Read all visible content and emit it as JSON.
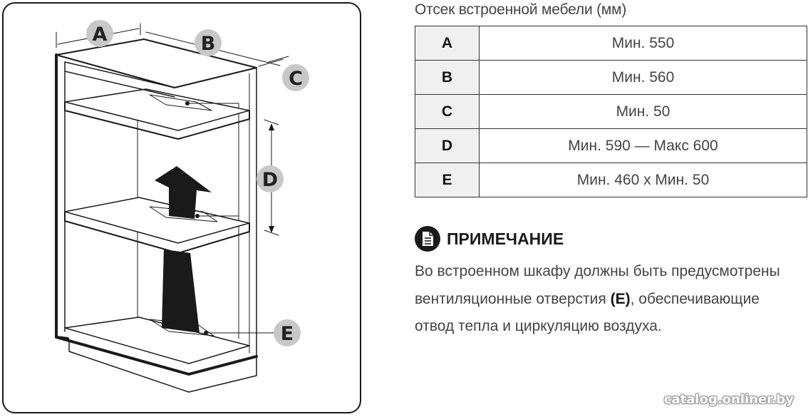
{
  "diagram": {
    "labels": [
      "A",
      "B",
      "C",
      "D",
      "E"
    ],
    "colors": {
      "label_circle": "#c8c8c8",
      "outline": "#1a1a1a",
      "arrow": "#1a1a1a"
    }
  },
  "caption": "Отсек встроенной мебели (мм)",
  "table": {
    "rows": [
      {
        "key": "A",
        "value": "Мин. 550"
      },
      {
        "key": "B",
        "value": "Мин. 560"
      },
      {
        "key": "C",
        "value": "Мин. 50"
      },
      {
        "key": "D",
        "value": "Мин. 590 — Макс 600"
      },
      {
        "key": "E",
        "value": "Мин. 460 x Мин. 50"
      }
    ]
  },
  "note": {
    "icon": "note-icon",
    "title": "ПРИМЕЧАНИЕ",
    "text_before": "Во встроенном шкафу должны быть предусмотрены вентиляционные отверстия ",
    "text_bold": "(E)",
    "text_after": ", обеспечивающие отвод тепла и циркуляцию воздуха."
  },
  "watermark": "catalog.onliner.by"
}
